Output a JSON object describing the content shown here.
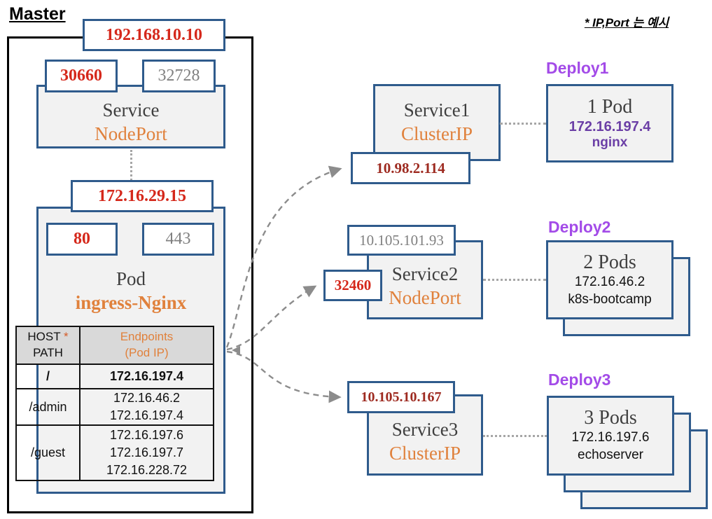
{
  "annotation": "* IP,Port 는 예시",
  "colors": {
    "border_blue": "#2F5B8C",
    "bright_red": "#D5281B",
    "maroon": "#9E2B21",
    "orange": "#E0813C",
    "purple": "#6B3FA6",
    "deploy_purple": "#A34BE8",
    "gray": "#808080",
    "dark_gray": "#3F3F3F",
    "box_fill": "#F2F2F2"
  },
  "master": {
    "label": "Master",
    "node_ip": "192.168.10.10",
    "service": {
      "port_active": "30660",
      "port_inactive": "32728",
      "title": "Service",
      "type": "NodePort"
    },
    "pod": {
      "ip": "172.16.29.15",
      "port_active": "80",
      "port_inactive": "443",
      "title": "Pod",
      "name": "ingress-Nginx"
    },
    "routing_table": {
      "header": {
        "col1_line1": "HOST",
        "col1_asterisk": "*",
        "col1_line2": "PATH",
        "col2_line1": "Endpoints",
        "col2_line2": "(Pod IP)"
      },
      "rows": [
        {
          "path": "/",
          "endpoints": [
            "172.16.197.4"
          ]
        },
        {
          "path": "/admin",
          "endpoints": [
            "172.16.46.2",
            "172.16.197.4"
          ]
        },
        {
          "path": "/guest",
          "endpoints": [
            "172.16.197.6",
            "172.16.197.7",
            "172.16.228.72"
          ]
        }
      ]
    }
  },
  "services": [
    {
      "name": "Service1",
      "type": "ClusterIP",
      "cluster_ip": "10.98.2.114"
    },
    {
      "name": "Service2",
      "type": "NodePort",
      "cluster_ip": "10.105.101.93",
      "node_port": "32460"
    },
    {
      "name": "Service3",
      "type": "ClusterIP",
      "cluster_ip": "10.105.10.167"
    }
  ],
  "deployments": [
    {
      "label": "Deploy1",
      "pods": "1 Pod",
      "pod_ip": "172.16.197.4",
      "app": "nginx"
    },
    {
      "label": "Deploy2",
      "pods": "2 Pods",
      "pod_ip": "172.16.46.2",
      "app": "k8s-bootcamp"
    },
    {
      "label": "Deploy3",
      "pods": "3 Pods",
      "pod_ip": "172.16.197.6",
      "app": "echoserver"
    }
  ]
}
